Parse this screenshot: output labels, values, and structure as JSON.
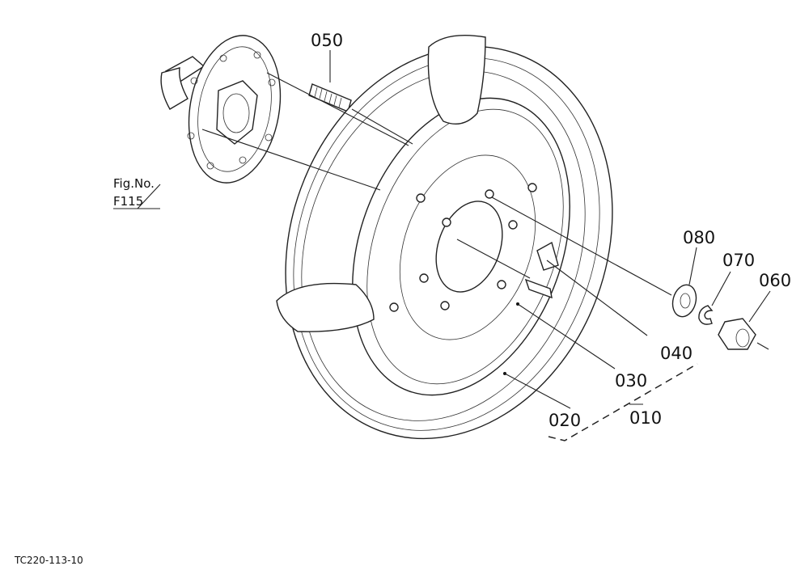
{
  "drawing_id": "TC220-113-10",
  "figure_ref": {
    "line1": "Fig.No.",
    "line2": "F115"
  },
  "callouts": {
    "p010": "010",
    "p020": "020",
    "p030": "030",
    "p040": "040",
    "p050": "050",
    "p060": "060",
    "p070": "070",
    "p080": "080"
  }
}
